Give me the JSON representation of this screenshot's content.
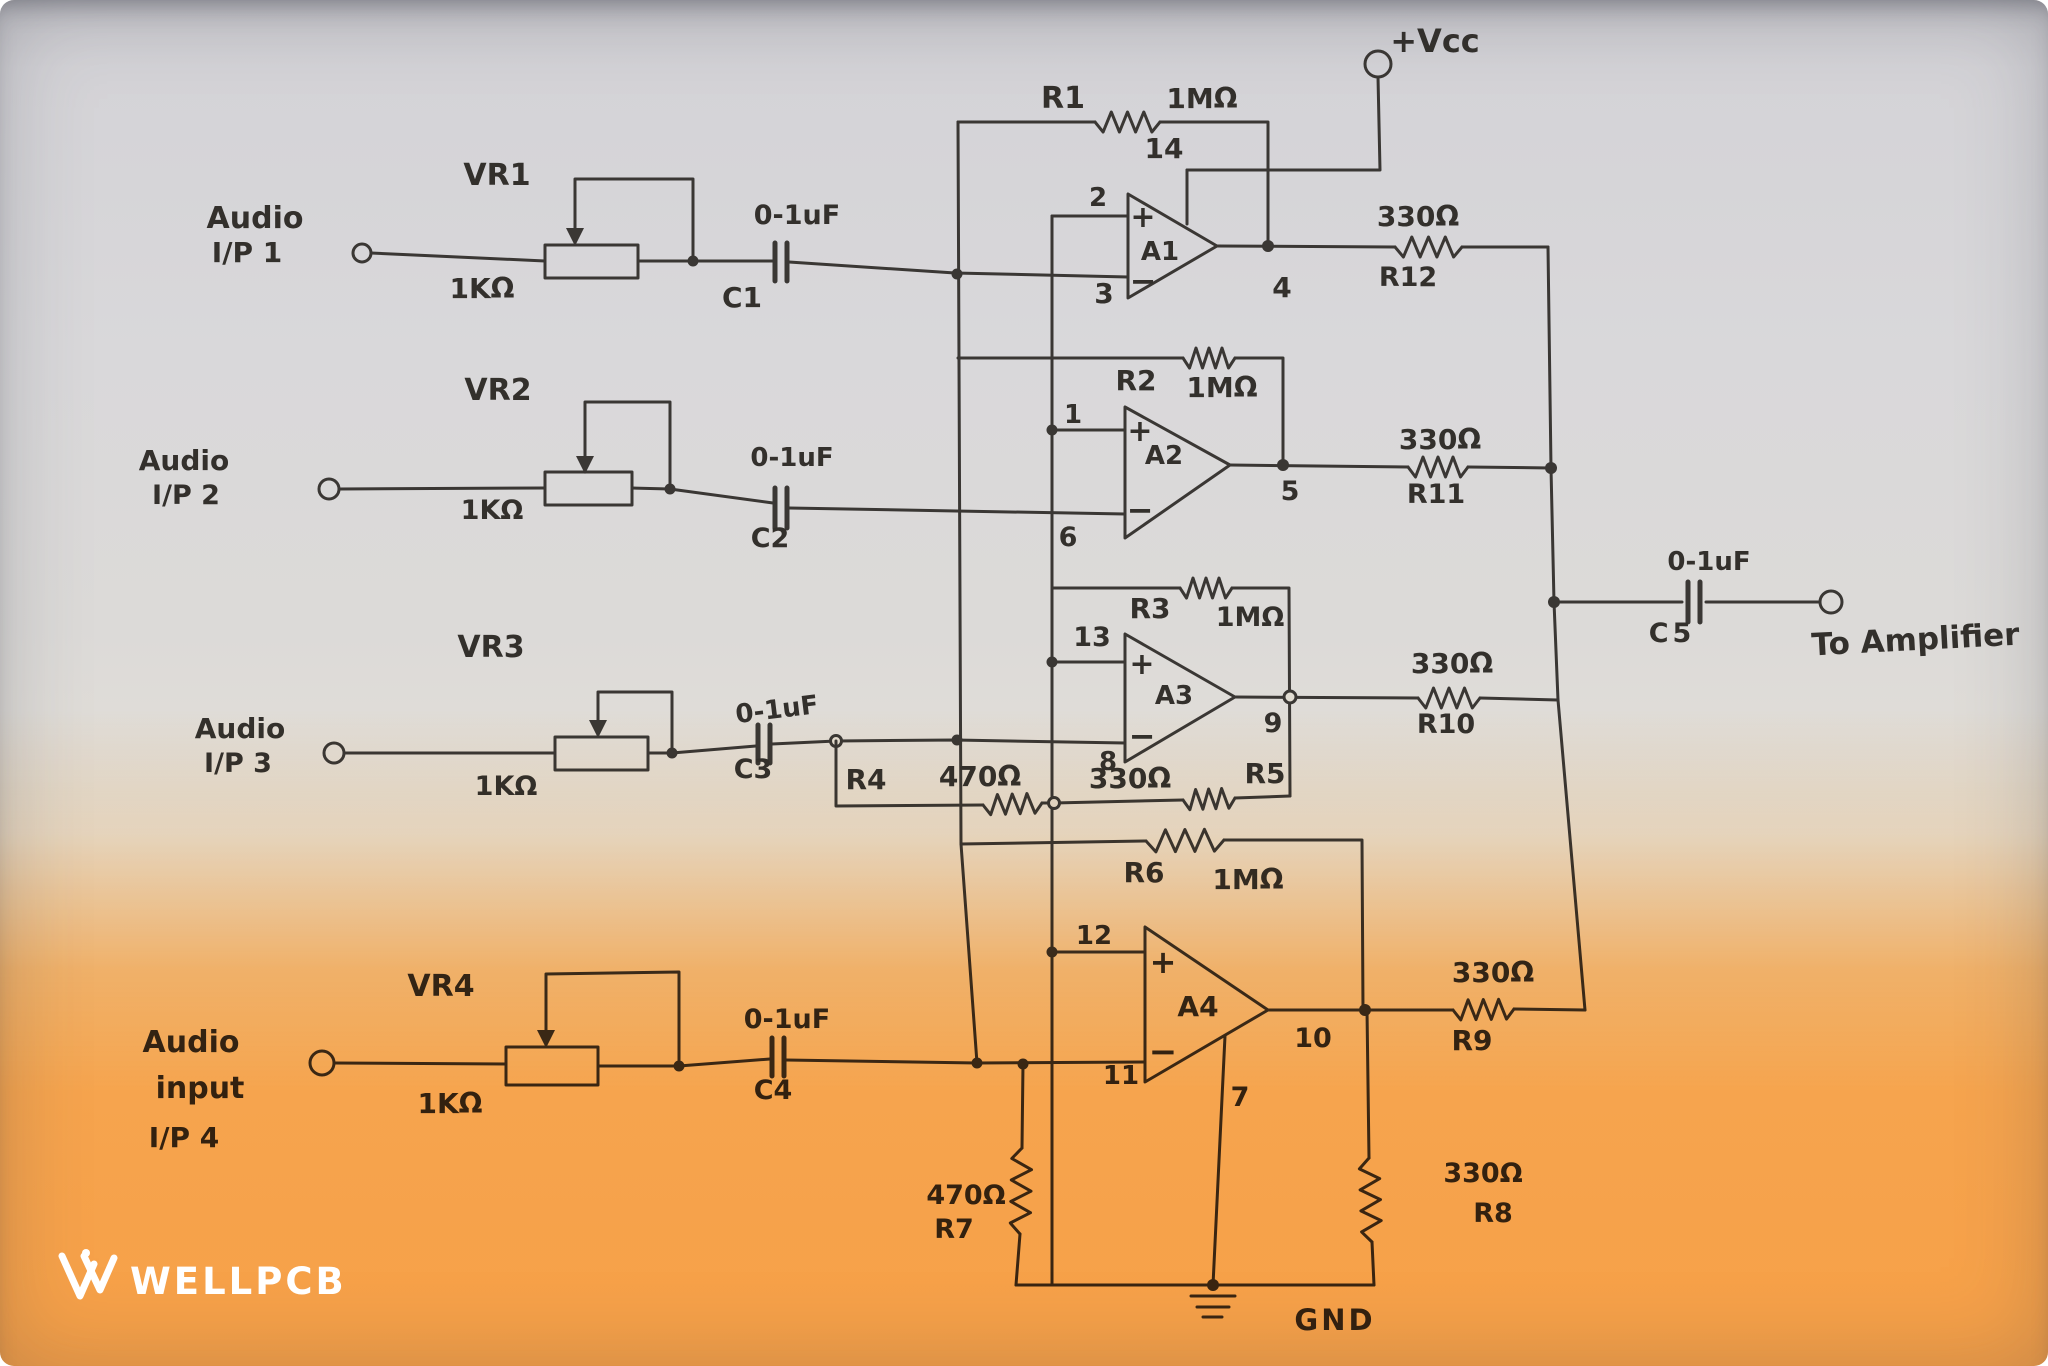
{
  "power": {
    "vcc_label": "+Vcc",
    "gnd_label": "GND"
  },
  "symbols": {
    "plus": "+",
    "minus": "−"
  },
  "output": {
    "cap_value": "0-1uF",
    "cap_ref": "C5",
    "destination": "To Amplifier"
  },
  "channels": [
    {
      "name_line1": "Audio",
      "name_line2": "I/P 1",
      "pot_ref": "VR1",
      "pot_value": "1KΩ",
      "cap_value": "0-1uF",
      "cap_ref": "C1",
      "opamp": "A1",
      "pin_noninv": "2",
      "pin_inv": "3",
      "pin_power": "14",
      "pin_out": "4",
      "feedback_ref": "R1",
      "feedback_value": "1MΩ",
      "out_res_value": "330Ω",
      "out_res_ref": "R12"
    },
    {
      "name_line1": "Audio",
      "name_line2": "I/P 2",
      "pot_ref": "VR2",
      "pot_value": "1KΩ",
      "cap_value": "0-1uF",
      "cap_ref": "C2",
      "opamp": "A2",
      "pin_noninv": "1",
      "pin_inv": "6",
      "pin_out": "5",
      "feedback_ref": "R2",
      "feedback_value": "1MΩ",
      "out_res_value": "330Ω",
      "out_res_ref": "R11"
    },
    {
      "name_line1": "Audio",
      "name_line2": "I/P 3",
      "pot_ref": "VR3",
      "pot_value": "1KΩ",
      "cap_value": "0-1uF",
      "cap_ref": "C3",
      "opamp": "A3",
      "pin_noninv": "13",
      "pin_inv": "8",
      "pin_out": "9",
      "feedback_ref": "R3",
      "feedback_value": "1MΩ",
      "out_res_value": "330Ω",
      "out_res_ref": "R10"
    },
    {
      "name_line1": "Audio",
      "name_line2": "input",
      "name_line3": "I/P 4",
      "pot_ref": "VR4",
      "pot_value": "1KΩ",
      "cap_value": "0-1uF",
      "cap_ref": "C4",
      "opamp": "A4",
      "pin_noninv": "12",
      "pin_inv": "11",
      "pin_gnd": "7",
      "pin_out": "10",
      "feedback_ref": "R6",
      "feedback_value": "1MΩ",
      "out_res_value": "330Ω",
      "out_res_ref": "R9"
    }
  ],
  "mix_network": {
    "r4_ref": "R4",
    "r4_value": "470Ω",
    "r5_value": "330Ω",
    "r5_ref": "R5"
  },
  "ground_network": {
    "r7_value": "470Ω",
    "r7_ref": "R7",
    "r8_value": "330Ω",
    "r8_ref": "R8"
  },
  "watermark": {
    "brand": "WELLPCB"
  }
}
